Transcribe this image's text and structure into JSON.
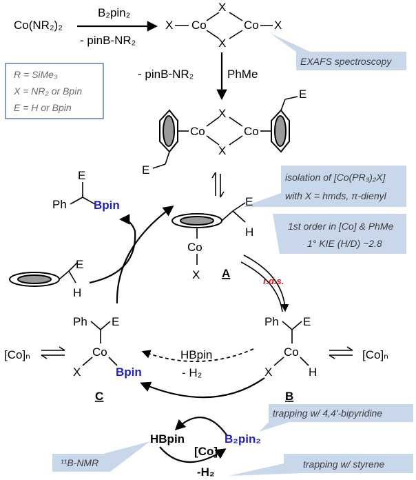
{
  "reagents": {
    "start": "Co(NR₂)₂",
    "b2pin2": "B₂pin₂",
    "minus_pinbnr2": "- pinB-NR₂",
    "phme": "PhMe"
  },
  "legend": {
    "r": "R = SiMe₃",
    "x": "X = NR₂ or Bpin",
    "e": "E = H or Bpin"
  },
  "labels": {
    "co": "Co",
    "x": "X",
    "e": "E",
    "h": "H",
    "ph": "Ph",
    "bpin": "Bpin",
    "hbpin": "HBpin",
    "minus_h2": "- H₂",
    "minus_h2_b": "-H₂",
    "co_cat": "[Co]",
    "co_n": "[Co]ₙ",
    "A": "A",
    "B": "B",
    "C": "C",
    "rds": "r.d.s."
  },
  "callouts": {
    "exafs": "EXAFS spectroscopy",
    "iso1": "isolation of [Co(PR₃)₂X]",
    "iso2": "with X = hmds, π-dienyl",
    "order1": "1st order in [Co] & PhMe",
    "order2": "1° KIE (H/D) ~2.8",
    "trap_bipy": "trapping w/ 4,4'-bipyridine",
    "nmr": "¹¹B-NMR",
    "trap_sty": "trapping w/ styrene"
  },
  "colors": {
    "boron": "#1f1fbf",
    "callout_bg": "#c9d7ea",
    "rds": "#e0141e",
    "ring_fill": "#9a9a9a"
  }
}
